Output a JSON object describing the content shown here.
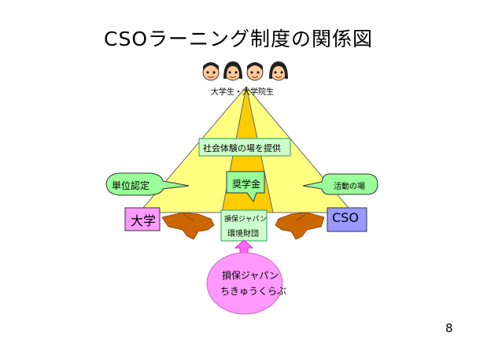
{
  "slide": {
    "title": "CSOラーニング制度の関係図",
    "page_number": "8"
  },
  "diagram": {
    "students_label": "大学生・大学院生",
    "social_experience": "社会体験の場を提供",
    "scholarship": "奨学金",
    "credit": "単位認定",
    "activity_place": "活動の場",
    "university": "大学",
    "cso": "CSO",
    "foundation_line1": "損保ジャパン",
    "foundation_line2": "環境財団",
    "club_line1": "損保ジャパン",
    "club_line2": "ちきゅうくらぶ"
  },
  "colors": {
    "pyramid_outer": "#ffff80",
    "pyramid_inner": "#ffcc00",
    "green_box": "#ccffcc",
    "callout": "#99ff99",
    "university_box": "#ff99ff",
    "cso_box": "#9999ff",
    "club_circle": "#ff99ff",
    "arrow": "#ff66ff",
    "hand": "#cc6600"
  }
}
